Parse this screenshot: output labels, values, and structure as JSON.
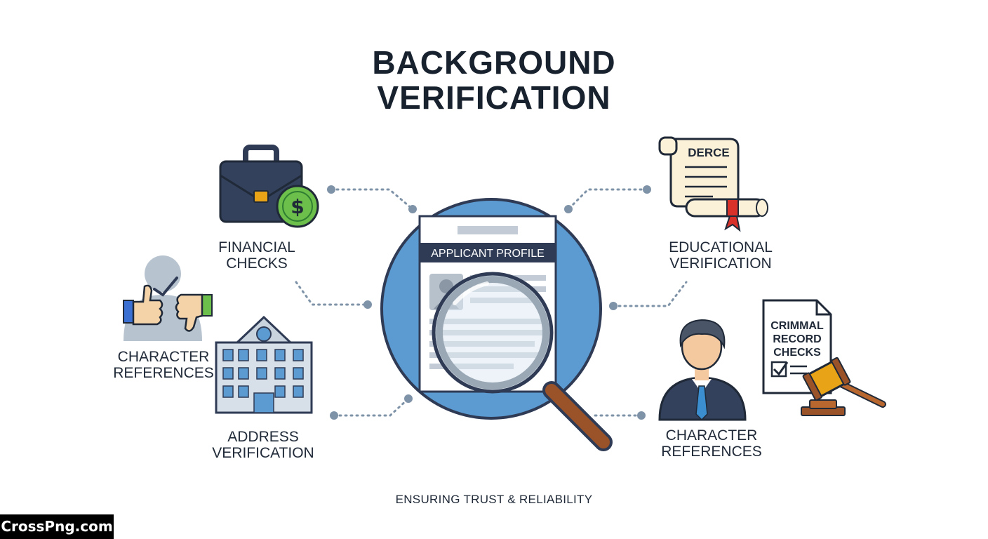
{
  "title": {
    "line1": "BACKGROUND",
    "line2": "VERIFICATION"
  },
  "center": {
    "card_label": "APPLICANT PROFILE"
  },
  "nodes": {
    "financial": {
      "line1": "FINANCIAL",
      "line2": "CHECKS",
      "icon": "briefcase-dollar-icon"
    },
    "character_left": {
      "line1": "CHARACTER",
      "line2": "REFERENCES",
      "icon": "thumbs-up-down-icon"
    },
    "address": {
      "line1": "ADDRESS",
      "line2": "VERIFICATION",
      "icon": "building-icon"
    },
    "educational": {
      "line1": "EDUCATIONAL",
      "line2": "VERIFICATION",
      "icon": "diploma-scroll-icon",
      "scroll_text": "DERCE"
    },
    "character_right": {
      "line1": "CHARACTER",
      "line2": "REFERENCES",
      "icon": "businessman-icon"
    },
    "criminal": {
      "doc_line1": "CRIMMAL",
      "doc_line2": "RECORD",
      "doc_line3": "CHECKS",
      "icon": "gavel-document-icon"
    }
  },
  "tagline": "ENSURING TRUST & RELIABILITY",
  "watermark": "CrossPng.com",
  "colors": {
    "circle": "#5b9bd1",
    "navy": "#2f3b55",
    "dots": "#7f93a8",
    "green": "#6cbf4a",
    "gold": "#e8a317",
    "handle": "#9a5228"
  }
}
